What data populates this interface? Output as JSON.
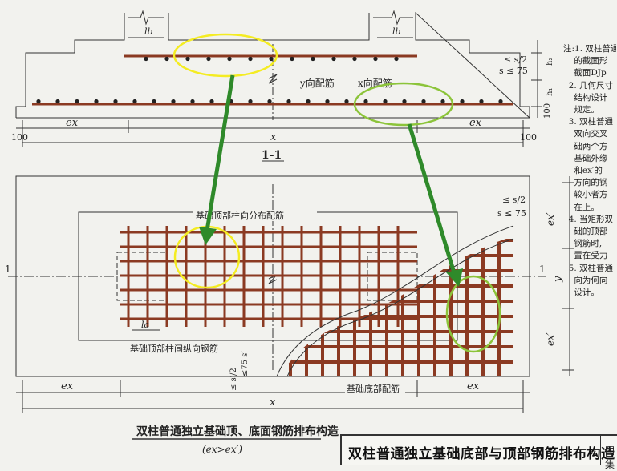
{
  "section": {
    "top_label": "1-1",
    "label_lb_left": "lb",
    "label_lb_right": "lb",
    "y_rebar_label": "y向配筋",
    "x_rebar_label": "x向配筋",
    "ex_left": "ex",
    "ex_right": "ex",
    "x_label": "x",
    "dim_100_left": "100",
    "dim_100_right": "100",
    "dim_100_vertical": "100",
    "h1": "h₁",
    "h2": "h₂",
    "s_half": "≤ s/2",
    "s_75": "s ≤ 75"
  },
  "plan": {
    "top_label": "基础顶部柱向分布配筋",
    "side_label": "基础顶部柱间纵向钢筋",
    "bottom_label": "基础底部配筋",
    "la": "la",
    "ex_bottom": "ex",
    "ex_bottom_right": "ex",
    "x_label": "x",
    "y_label": "y",
    "exprime_top": "ex′",
    "exprime_bottom": "ex′",
    "axis_1_left": "1",
    "axis_1_right": "1",
    "s_half": "≤ s/2",
    "s_75": "s ≤ 75",
    "s_half_v": "≤ s′/2",
    "s_75_v": "≤75 s′"
  },
  "caption": {
    "main": "双柱普通独立基础顶、底面钢筋排布构造",
    "sub": "(ex>ex′)"
  },
  "notes": {
    "lines": [
      "注:1. 双柱普通",
      "    的截面形",
      "    截面DJp",
      "  2. 几何尺寸",
      "    结构设计",
      "    规定。",
      "  3. 双柱普通",
      "    双向交叉",
      "    础两个方",
      "    基础外缘",
      "    和ex′的",
      "    方向的钢",
      "    较小者方",
      "    在上。",
      "  4. 当矩形双",
      "    础的顶部",
      "    钢筋时,",
      "    置在受力",
      "  5. 双柱普通",
      "    向为何向",
      "    设计。"
    ]
  },
  "title_block": {
    "title": "双柱普通独立基础底部与顶部钢筋排布构造",
    "tag": "图集"
  },
  "colors": {
    "rebar": "#8b3a22",
    "highlight_yellow": "#f4ec22",
    "highlight_green": "#8cc43a",
    "arrow_green": "#2f8a2a",
    "line": "#333333"
  }
}
